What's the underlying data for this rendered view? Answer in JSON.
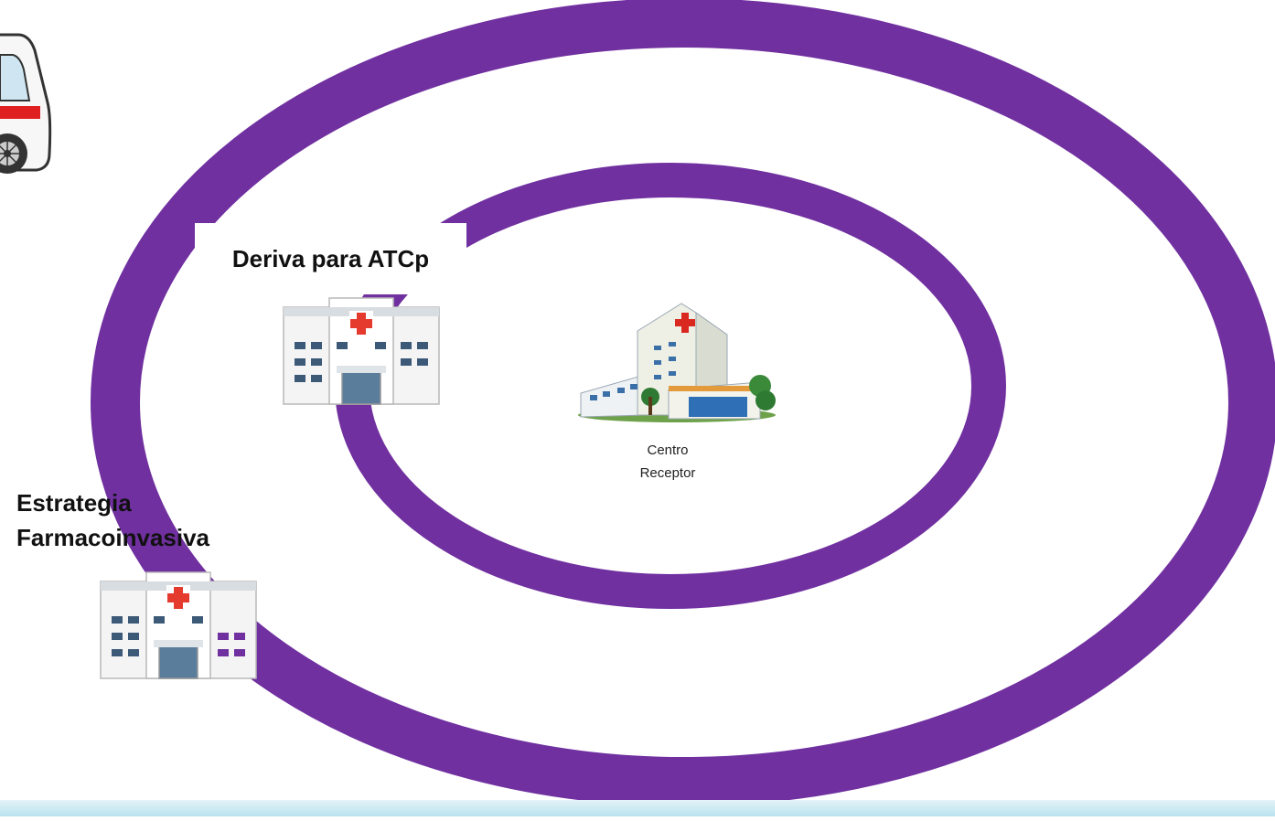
{
  "colors": {
    "ring": "#7030a0",
    "background": "#ffffff",
    "band": "#c6e7f0"
  },
  "labels": {
    "deriva": "Deriva para ATCp",
    "estrategia_line1": "Estrategia",
    "estrategia_line2": "Farmacoinvasiva",
    "centro_line1": "Centro",
    "centro_line2": "Receptor"
  },
  "icons": {
    "ambulance": "ambulance-icon",
    "hospital_small_1": "hospital-icon",
    "hospital_small_2": "hospital-icon",
    "hospital_main": "hospital-building-icon"
  }
}
